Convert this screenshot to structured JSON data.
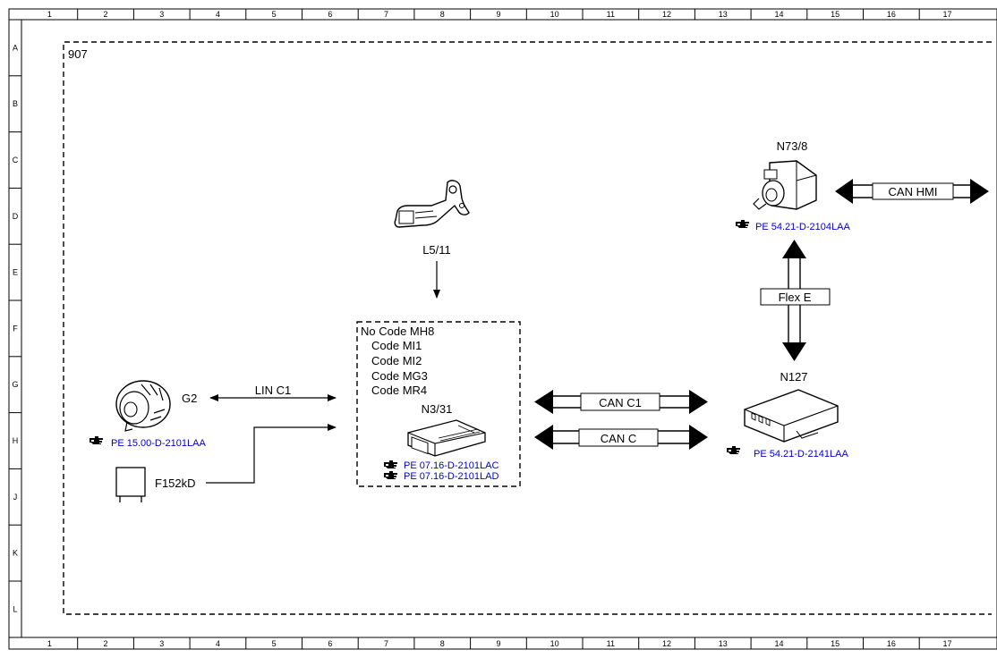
{
  "frame": {
    "columns": [
      "1",
      "2",
      "3",
      "4",
      "5",
      "6",
      "7",
      "8",
      "9",
      "10",
      "11",
      "12",
      "13",
      "14",
      "15",
      "16",
      "17"
    ],
    "rows": [
      "A",
      "B",
      "C",
      "D",
      "E",
      "F",
      "G",
      "H",
      "J",
      "K",
      "L"
    ]
  },
  "area_label": "907",
  "components": {
    "l5_11": {
      "label": "L5/11"
    },
    "g2": {
      "label": "G2",
      "ref": "PE 15.00-D-2101LAA"
    },
    "f152kd": {
      "label": "F152kD"
    },
    "n3_31": {
      "label": "N3/31",
      "codes": [
        "No Code MH8",
        "Code MI1",
        "Code MI2",
        "Code MG3",
        "Code MR4"
      ],
      "refs": [
        "PE 07.16-D-2101LAC",
        "PE 07.16-D-2101LAD"
      ]
    },
    "n73_8": {
      "label": "N73/8",
      "ref": "PE 54.21-D-2104LAA"
    },
    "n127": {
      "label": "N127",
      "ref": "PE 54.21-D-2141LAA"
    }
  },
  "buses": {
    "lin_c1": "LIN C1",
    "can_c1": "CAN C1",
    "can_c": "CAN C",
    "can_hmi": "CAN HMI",
    "flex_e": "Flex E"
  },
  "colors": {
    "reference_link": "#0000cc",
    "line": "#000000",
    "background": "#ffffff"
  },
  "icons": {
    "reference": "pointing-hand-icon"
  }
}
